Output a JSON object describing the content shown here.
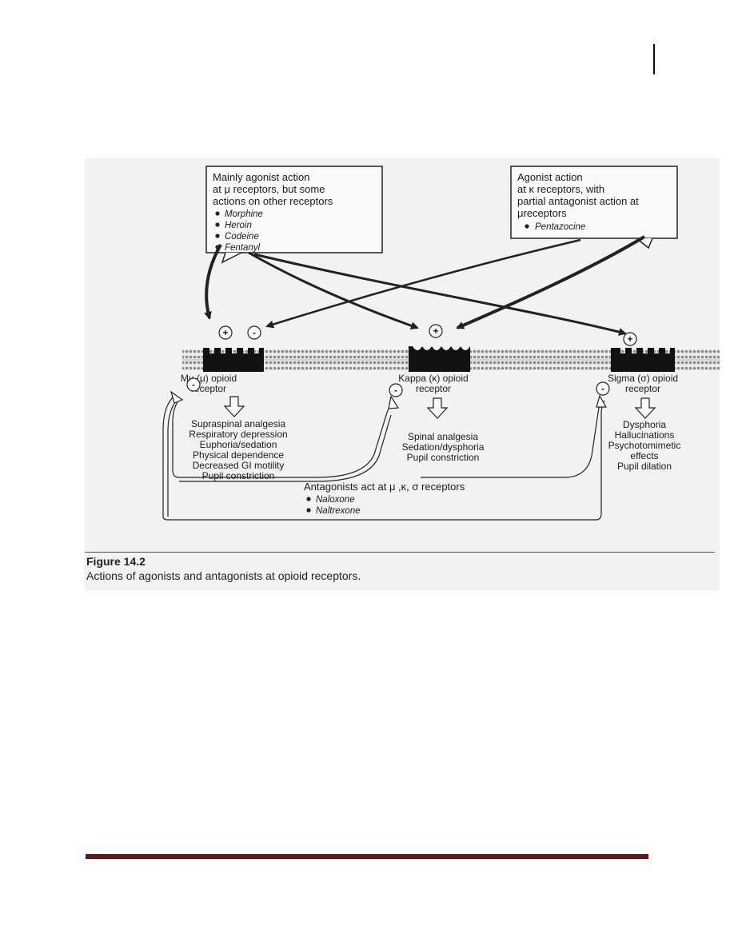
{
  "diagram": {
    "left_box": {
      "lines": [
        "Mainly agonist action",
        "at μ receptors, but some",
        "actions on other receptors"
      ],
      "drugs": [
        "Morphine",
        "Heroin",
        "Codeine",
        "Fentanyl"
      ]
    },
    "right_box": {
      "lines": [
        "Agonist action",
        "at κ receptors, with",
        "partial antagonist action at",
        "μreceptors"
      ],
      "drugs": [
        "Pentazocine"
      ]
    },
    "receptors": [
      {
        "line1": "Mu (μ) opioid",
        "line2": "receptor",
        "effects": [
          "Supraspinal analgesia",
          "Respiratory depression",
          "Euphoria/sedation",
          "Physical dependence",
          "Decreased GI motility",
          "Pupil constriction"
        ]
      },
      {
        "line1": "Kappa (κ) opioid",
        "line2": "receptor",
        "effects": [
          "Spinal analgesia",
          "Sedation/dysphoria",
          "Pupil constriction"
        ]
      },
      {
        "line1": "Sigma (σ) opioid",
        "line2": "receptor",
        "effects": [
          "Dysphoria",
          "Hallucinations",
          "Psychotomimetic",
          "effects",
          "Pupil dilation"
        ]
      }
    ],
    "antagonists": {
      "title": "Antagonists act at μ ,κ, σ receptors",
      "drugs": [
        "Naloxone",
        "Naltrexone"
      ]
    },
    "signs": {
      "plus": "+",
      "minus": "-"
    }
  },
  "caption": {
    "title": "Figure 14.2",
    "text": "Actions of agonists and antagonists at opioid receptors."
  }
}
